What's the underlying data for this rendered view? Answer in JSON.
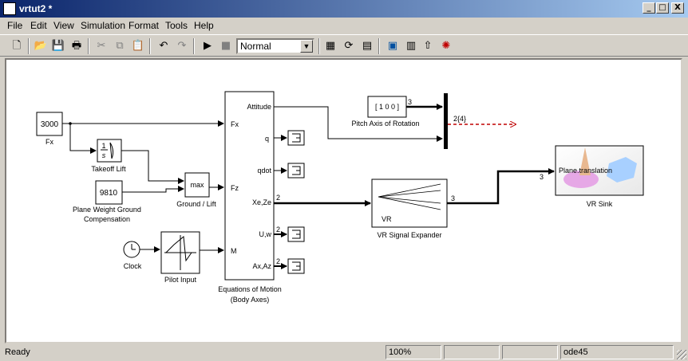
{
  "window": {
    "title": "vrtut2 *",
    "minimize": "_",
    "maximize": "□",
    "close": "X"
  },
  "menu": [
    "File",
    "Edit",
    "View",
    "Simulation",
    "Format",
    "Tools",
    "Help"
  ],
  "toolbar": {
    "sim_mode": "Normal"
  },
  "blocks": {
    "fx_const": {
      "value": "3000",
      "label": "Fx"
    },
    "takeoff_lift": {
      "num": "1",
      "den": "s",
      "label": "Takeoff Lift"
    },
    "max_block": {
      "value": "max",
      "label": "Ground / Lift"
    },
    "weight_const": {
      "value": "9810",
      "label_line1": "Plane Weight Ground",
      "label_line2": "Compensation"
    },
    "clock": {
      "label": "Clock"
    },
    "pilot_input": {
      "label": "Pilot Input"
    },
    "eom": {
      "label_line1": "Equations of Motion",
      "label_line2": "(Body Axes)",
      "in_fx": "Fx",
      "in_fz": "Fz",
      "in_m": "M",
      "out_attitude": "Attitude",
      "out_q": "q",
      "out_qdot": "qdot",
      "out_xeze": "Xe,Ze",
      "out_uw": "U,w",
      "out_axaz": "Ax,Az"
    },
    "pitch_axis": {
      "value": "[ 1 0 0 ]",
      "label": "Pitch Axis of Rotation"
    },
    "vr_expander": {
      "inner": "VR",
      "label": "VR Signal Expander"
    },
    "vr_sink": {
      "port": "Plane.translation",
      "label": "VR Sink"
    }
  },
  "signal_widths": {
    "xeze": "2",
    "uw": "2",
    "axaz": "2",
    "pitch": "3",
    "mux_out": "2{4}",
    "expander_out": "3",
    "sink_in": "3"
  },
  "status": {
    "state": "Ready",
    "zoom": "100%",
    "solver": "ode45"
  },
  "colors": {
    "titlebar_start": "#0a246a",
    "titlebar_end": "#a6caf0",
    "dashed_signal": "#c00000"
  }
}
